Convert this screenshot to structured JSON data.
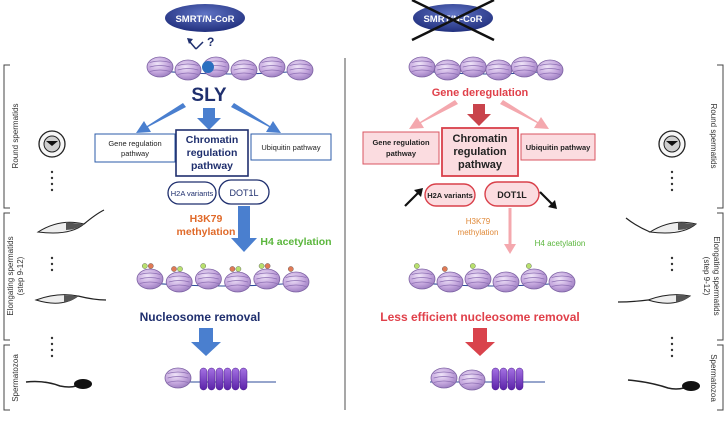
{
  "left_panel": {
    "complex_label": "SMRT/N-CoR",
    "question_mark": "?",
    "sly_label": "SLY",
    "gene_regulation": [
      "Gene regulation",
      "pathway"
    ],
    "chromatin_regulation": [
      "Chromatin",
      "regulation",
      "pathway"
    ],
    "ubiquitin": "Ubiquitin pathway",
    "h2a_variants": "H2A variants",
    "dot1l": "DOT1L",
    "h3k79": [
      "H3K79",
      "methylation"
    ],
    "h4_acetylation": "H4 acetylation",
    "nucleosome_removal": "Nucleosome removal"
  },
  "right_panel": {
    "complex_label": "SMRT/N-CoR",
    "gene_deregulation": "Gene deregulation",
    "gene_regulation": [
      "Gene regulation",
      "pathway"
    ],
    "chromatin_regulation": [
      "Chromatin",
      "regulation",
      "pathway"
    ],
    "ubiquitin": "Ubiquitin pathway",
    "h2a_variants": "H2A variants",
    "dot1l": "DOT1L",
    "h3k79": [
      "H3K79",
      "methylation"
    ],
    "h4_acetylation": "H4 acetylation",
    "nucleosome_removal": "Less efficient nucleosome removal"
  },
  "stages": {
    "round": "Round spermatids",
    "elongating": [
      "Elongating spermatids",
      "(step 9-12)"
    ],
    "spermatozoa": "Spermatozoa"
  },
  "colors": {
    "blue_arrow": "#4a7fcf",
    "red_text": "#e0404a",
    "pink_box": "#fbdce0",
    "nucleosome": "#c4a6dd",
    "protamine": "#7b3fc4",
    "orange_text": "#e06a2a",
    "green_text": "#5ab63c",
    "navy_text": "#1f2f6e"
  }
}
